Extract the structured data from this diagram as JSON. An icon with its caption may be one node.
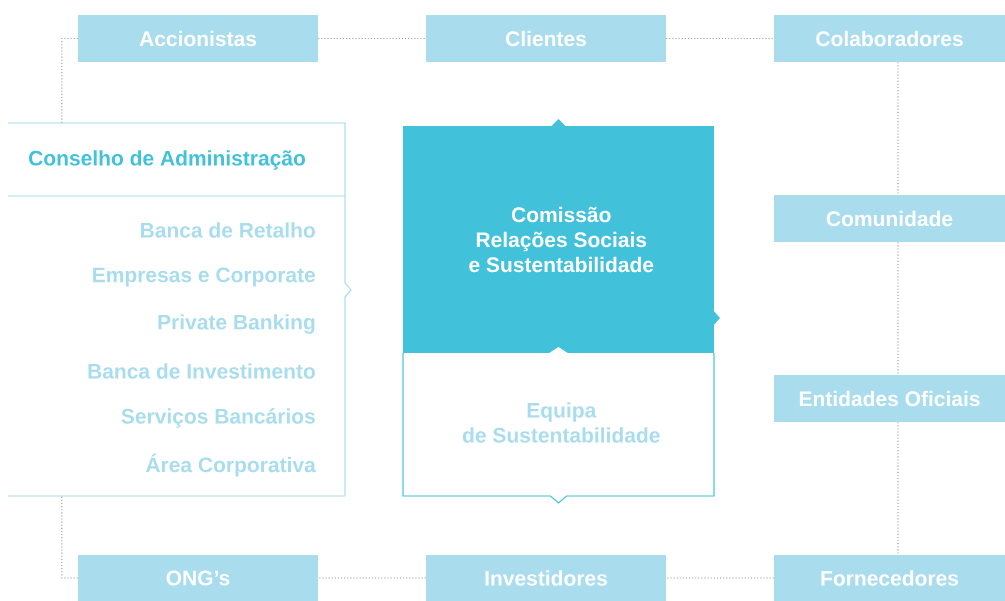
{
  "diagram": {
    "nodes": [
      {
        "text": [
          "Accionistas"
        ]
      },
      {
        "text": [
          "Clientes"
        ]
      },
      {
        "text": [
          "Colaboradores"
        ]
      },
      {
        "text": [
          "Conselho de Administração",
          "Banca de Retalho",
          "Empresas e Corporate",
          "Private Banking",
          "Banca de Investimento",
          "Serviços Bancários",
          "Área Corporativa"
        ]
      },
      {
        "text": [
          "Comissão Relações Sociais e Sustentabilidade"
        ]
      },
      {
        "text": [
          "Comunidade"
        ]
      },
      {
        "text": [
          "Equipa de Sustentabilidade"
        ]
      },
      {
        "text": [
          "Entidades Oficiais"
        ]
      },
      {
        "text": [
          "ONG’s"
        ]
      },
      {
        "text": [
          "Investidores"
        ]
      },
      {
        "text": [
          "Fornecedores"
        ]
      }
    ],
    "edges": [
      {
        "from": 0,
        "to": 1,
        "arrow": "none"
      },
      {
        "from": 1,
        "to": 2,
        "arrow": "none"
      },
      {
        "from": 2,
        "to": 5,
        "arrow": "none"
      },
      {
        "from": 5,
        "to": 7,
        "arrow": "none"
      },
      {
        "from": 7,
        "to": 10,
        "arrow": "none"
      },
      {
        "from": 10,
        "to": 9,
        "arrow": "none"
      },
      {
        "from": 9,
        "to": 8,
        "arrow": "none"
      },
      {
        "from": 8,
        "to": 3,
        "arrow": "none"
      },
      {
        "from": 3,
        "to": 0,
        "arrow": "none"
      }
    ]
  }
}
